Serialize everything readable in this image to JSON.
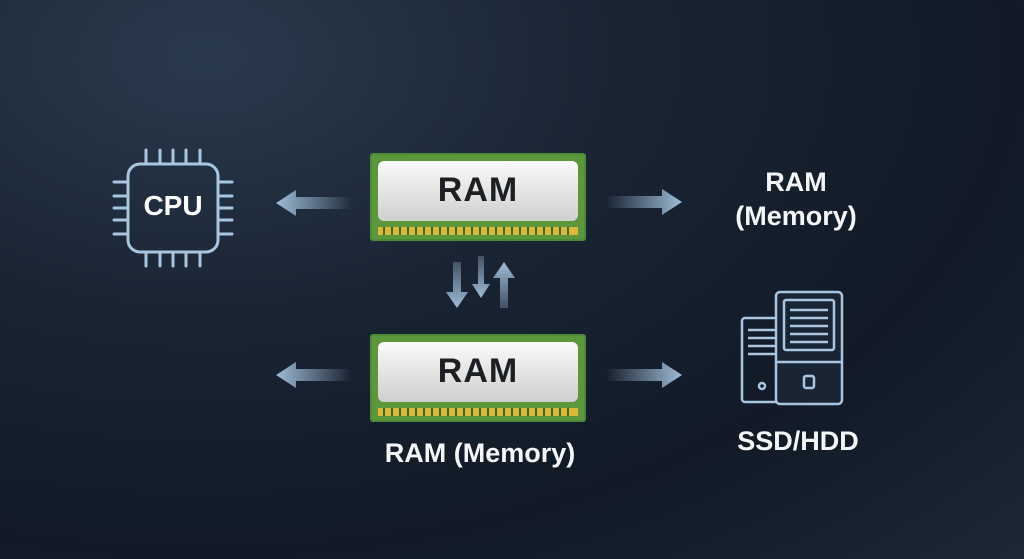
{
  "cpu": {
    "label": "CPU",
    "icon": "cpu-chip-icon"
  },
  "ram_top": {
    "chip_label": "RAM"
  },
  "ram_bottom": {
    "chip_label": "RAM",
    "caption": "RAM (Memory)"
  },
  "right_top": {
    "line1": "RAM",
    "line2": "(Memory)"
  },
  "storage": {
    "label": "SSD/HDD",
    "icon": "server-storage-icon"
  },
  "colors": {
    "arrow": "#9fbcd6",
    "pcb": "#5a8c3a",
    "chip": "#e8e8e6",
    "pins": "#d9b83a",
    "icon_stroke": "#a9c6e0"
  }
}
